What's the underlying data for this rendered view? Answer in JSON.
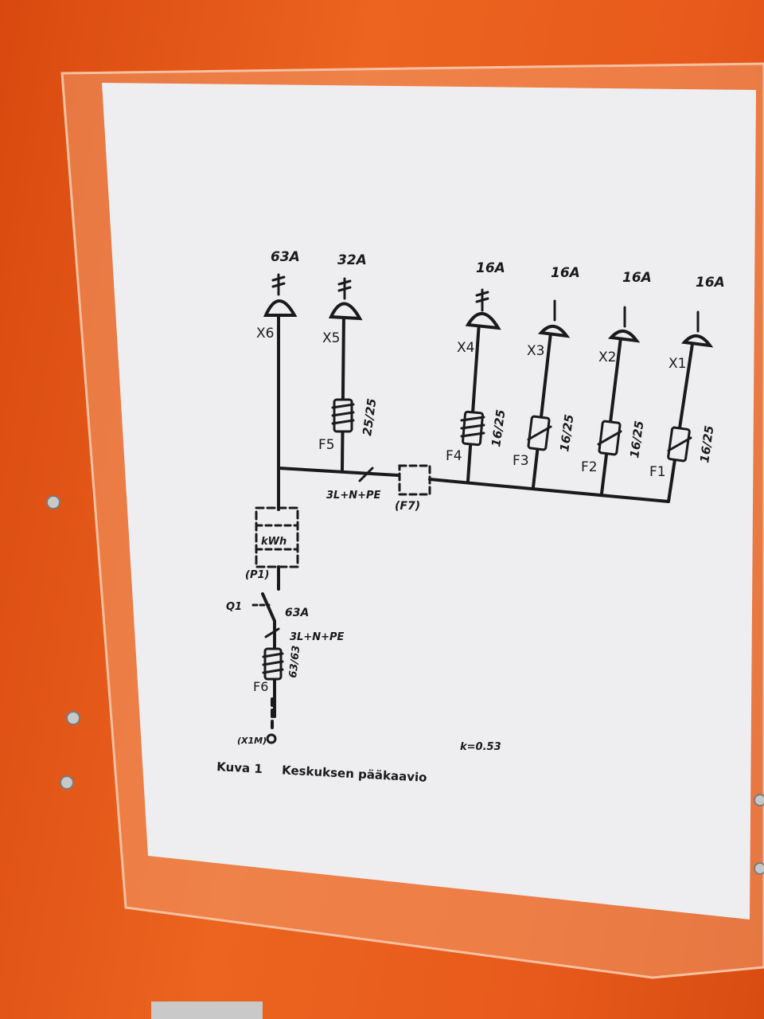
{
  "colors": {
    "panel": "#e8581a",
    "paper": "#eeeef1",
    "ink": "#1a1a1a"
  },
  "diagram": {
    "sockets": [
      {
        "id": "X6",
        "rating": "63A"
      },
      {
        "id": "X5",
        "rating": "32A"
      },
      {
        "id": "X4",
        "rating": "16A"
      },
      {
        "id": "X3",
        "rating": "16A"
      },
      {
        "id": "X2",
        "rating": "16A"
      },
      {
        "id": "X1",
        "rating": "16A"
      }
    ],
    "fuses": [
      {
        "id": "F5",
        "rating": "25/25"
      },
      {
        "id": "F4",
        "rating": "16/25"
      },
      {
        "id": "F3",
        "rating": "16/25"
      },
      {
        "id": "F2",
        "rating": "16/25"
      },
      {
        "id": "F1",
        "rating": "16/25"
      }
    ],
    "busbar_label": "3L+N+PE",
    "optional_fuse": "(F7)",
    "meter_label": "kWh",
    "meter_id": "(P1)",
    "main_switch": {
      "id": "Q1",
      "rating": "63A"
    },
    "supply_label": "3L+N+PE",
    "main_fuse": {
      "id": "F6",
      "rating": "63/63"
    },
    "inlet_label": "(X1M)",
    "factor": "k=0.53",
    "caption_number": "Kuva 1",
    "caption_text": "Keskuksen pääkaavio"
  }
}
